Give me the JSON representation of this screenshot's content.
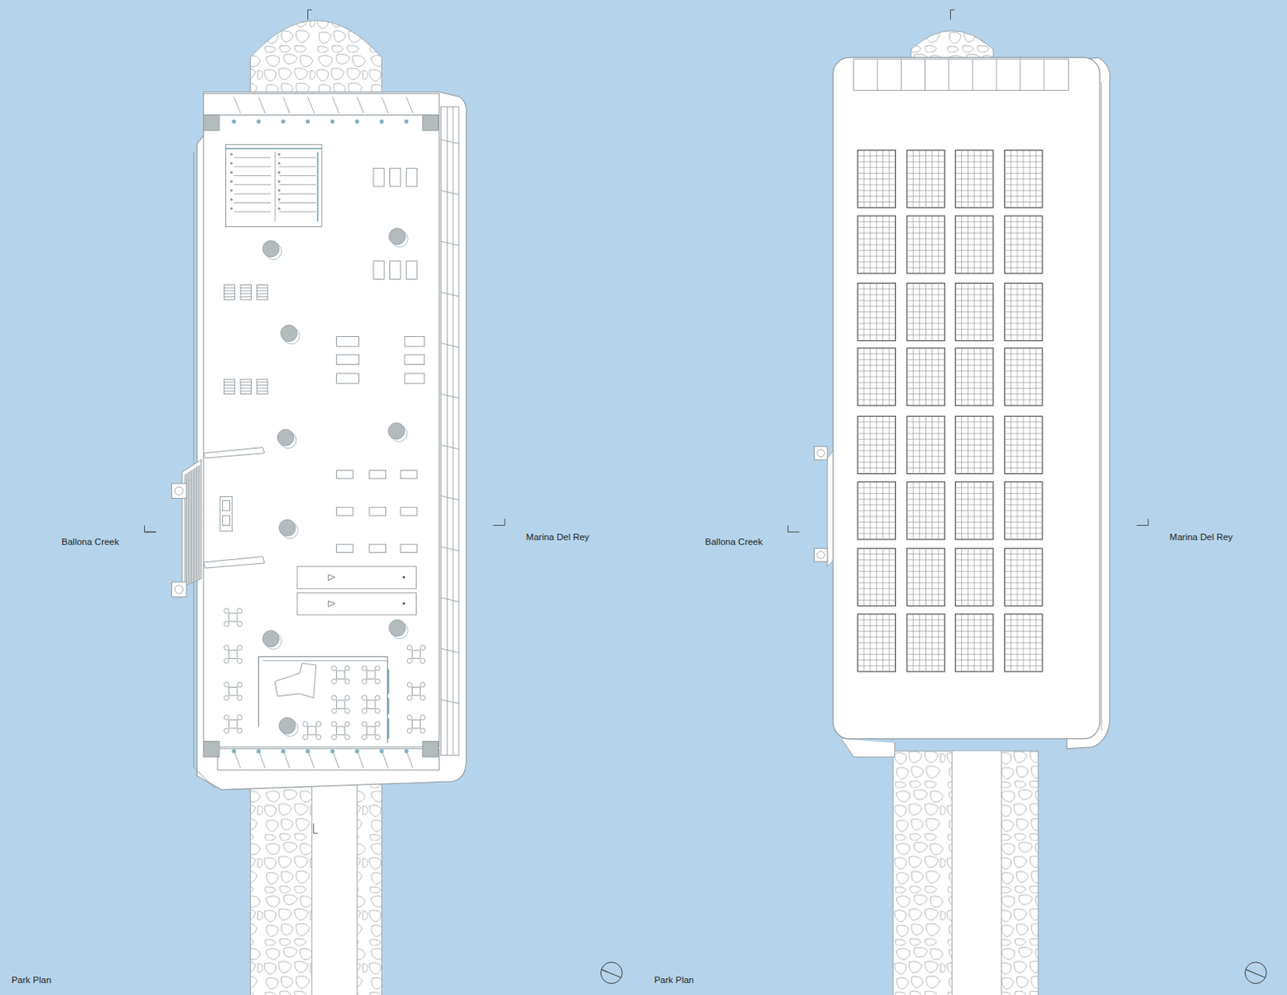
{
  "diagram": {
    "labels": [
      "Ballona Creek",
      "Marina Del Rey",
      "Park Plan",
      "Ballona Creek",
      "Marina Del Rey",
      "Park Plan"
    ]
  }
}
